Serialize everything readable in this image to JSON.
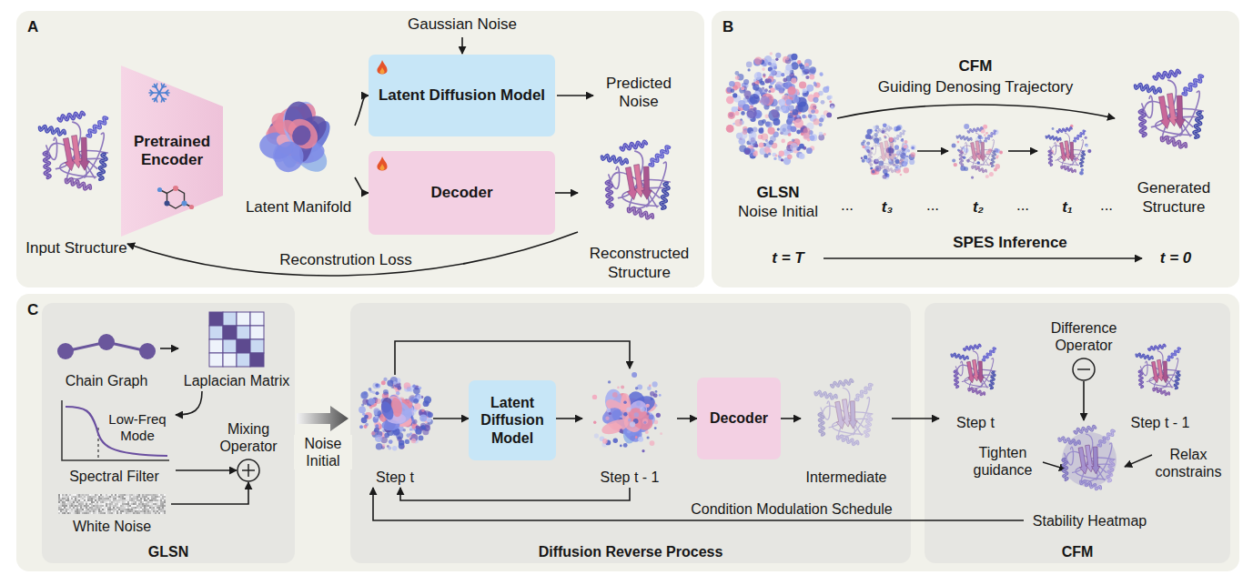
{
  "diagram": {
    "nodes": [
      {
        "text": [
          "A"
        ]
      },
      {
        "text": [
          "Input Structure"
        ],
        "in": 0
      },
      {
        "text": [
          "Pretrained Encoder"
        ],
        "in": 0
      },
      {
        "text": [
          "Latent Manifold"
        ],
        "in": 0
      },
      {
        "text": [
          "Latent Diffusion Model"
        ],
        "in": 0
      },
      {
        "text": [
          "Decoder"
        ],
        "in": 0
      },
      {
        "text": [
          "Reconstructed Structure"
        ],
        "in": 0
      },
      {
        "text": [
          "B"
        ]
      },
      {
        "text": [
          "GLSN",
          "Noise Initial"
        ],
        "in": 7
      },
      {
        "text": [
          "Generated Structure"
        ],
        "in": 7
      },
      {
        "text": [
          "t₃"
        ],
        "in": 7
      },
      {
        "text": [
          "t₂"
        ],
        "in": 7
      },
      {
        "text": [
          "t₁"
        ],
        "in": 7
      },
      {
        "text": [
          "C"
        ]
      },
      {
        "text": [
          "GLSN"
        ],
        "in": 13
      },
      {
        "text": [
          "Chain Graph"
        ],
        "in": 14
      },
      {
        "text": [
          "Laplacian Matrix"
        ],
        "in": 14
      },
      {
        "text": [
          "Low-Freq Mode",
          "Spectral Filter"
        ],
        "in": 14
      },
      {
        "text": [
          "Mixing Operator"
        ],
        "in": 14
      },
      {
        "text": [
          "White Noise"
        ],
        "in": 14
      },
      {
        "text": [
          "Diffusion Reverse Process"
        ],
        "in": 13
      },
      {
        "text": [
          "Step t"
        ],
        "in": 20
      },
      {
        "text": [
          "Latent Diffusion Model"
        ],
        "in": 20
      },
      {
        "text": [
          "Step t - 1"
        ],
        "in": 20
      },
      {
        "text": [
          "Decoder"
        ],
        "in": 20
      },
      {
        "text": [
          "Intermediate"
        ],
        "in": 20
      },
      {
        "text": [
          "CFM"
        ],
        "in": 13
      },
      {
        "text": [
          "Step t"
        ],
        "in": 26
      },
      {
        "text": [
          "Difference Operator"
        ],
        "in": 26
      },
      {
        "text": [
          "Step t - 1"
        ],
        "in": 26
      },
      {
        "text": [
          "Stability Heatmap"
        ],
        "in": 26
      }
    ],
    "edges": [
      {
        "from": 3,
        "to": 4,
        "arrow": "to"
      },
      {
        "from": 3,
        "to": 5,
        "arrow": "to"
      },
      {
        "from": 5,
        "to": 6,
        "arrow": "to"
      },
      {
        "from": 6,
        "to": 1,
        "label": "Reconstrution Loss",
        "arrow": "to"
      },
      {
        "from": 8,
        "to": 9,
        "label": "CFM",
        "arrow": "to"
      },
      {
        "from": 10,
        "to": 11,
        "arrow": "to"
      },
      {
        "from": 11,
        "to": 12,
        "arrow": "to"
      },
      {
        "from": 15,
        "to": 16,
        "arrow": "to"
      },
      {
        "from": 16,
        "to": 17,
        "arrow": "to"
      },
      {
        "from": 17,
        "to": 18,
        "arrow": "to"
      },
      {
        "from": 19,
        "to": 18,
        "arrow": "to"
      },
      {
        "from": 14,
        "to": 20,
        "label": "Noise Initial",
        "arrow": "to"
      },
      {
        "from": 21,
        "to": 22,
        "arrow": "to"
      },
      {
        "from": 22,
        "to": 23,
        "arrow": "to"
      },
      {
        "from": 23,
        "to": 24,
        "arrow": "to"
      },
      {
        "from": 24,
        "to": 25,
        "arrow": "to"
      },
      {
        "from": 21,
        "to": 23,
        "arrow": "to"
      },
      {
        "from": 23,
        "to": 21,
        "arrow": "to"
      },
      {
        "from": 30,
        "to": 21,
        "label": "Condition Modulation Schedule",
        "arrow": "to"
      },
      {
        "from": 25,
        "to": 27,
        "arrow": "to"
      },
      {
        "from": 28,
        "to": 30,
        "arrow": "to"
      }
    ],
    "labels": [
      "Gaussian Noise",
      "Predicted Noise",
      "Guiding Denosing Trajectory",
      "...",
      "...",
      "...",
      "...",
      "SPES Inference",
      "t = T",
      "t = 0",
      "Tighten guidance",
      "Relax constrains"
    ]
  }
}
